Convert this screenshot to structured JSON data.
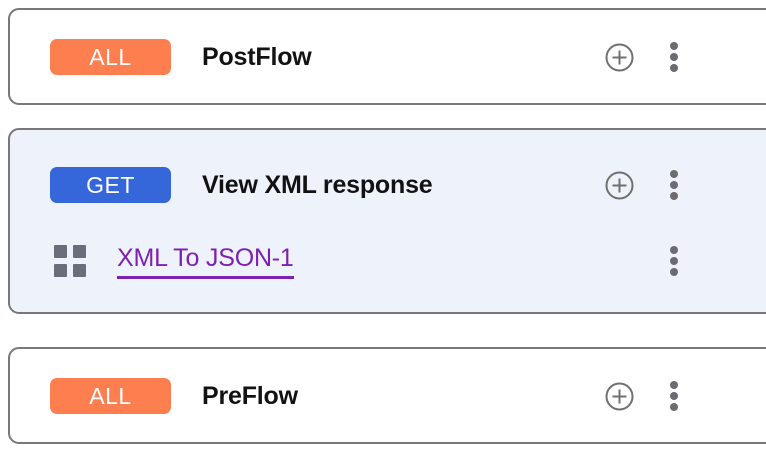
{
  "theme": {
    "page_background": "#ffffff",
    "card_border": "#78787c",
    "selected_card_background": "#eef2fb",
    "badge_all_color": "#fd7f50",
    "badge_get_color": "#3567db",
    "policy_link_color": "#7d21b0",
    "icon_gray": "#6c6c70"
  },
  "flows": [
    {
      "id": "postflow",
      "badge": "ALL",
      "badge_type": "all",
      "title": "PostFlow",
      "selected": false,
      "add_icon": "plus-circle-icon",
      "menu_icon": "kebab-menu-icon",
      "policies": []
    },
    {
      "id": "view-xml-response",
      "badge": "GET",
      "badge_type": "get",
      "title": "View XML response",
      "selected": true,
      "add_icon": "plus-circle-icon",
      "menu_icon": "kebab-menu-icon",
      "policies": [
        {
          "id": "xml-to-json-1",
          "label": "XML To JSON-1",
          "icon": "grid-policy-icon",
          "menu_icon": "kebab-menu-icon"
        }
      ]
    },
    {
      "id": "preflow",
      "badge": "ALL",
      "badge_type": "all",
      "title": "PreFlow",
      "selected": false,
      "add_icon": "plus-circle-icon",
      "menu_icon": "kebab-menu-icon",
      "policies": []
    }
  ]
}
